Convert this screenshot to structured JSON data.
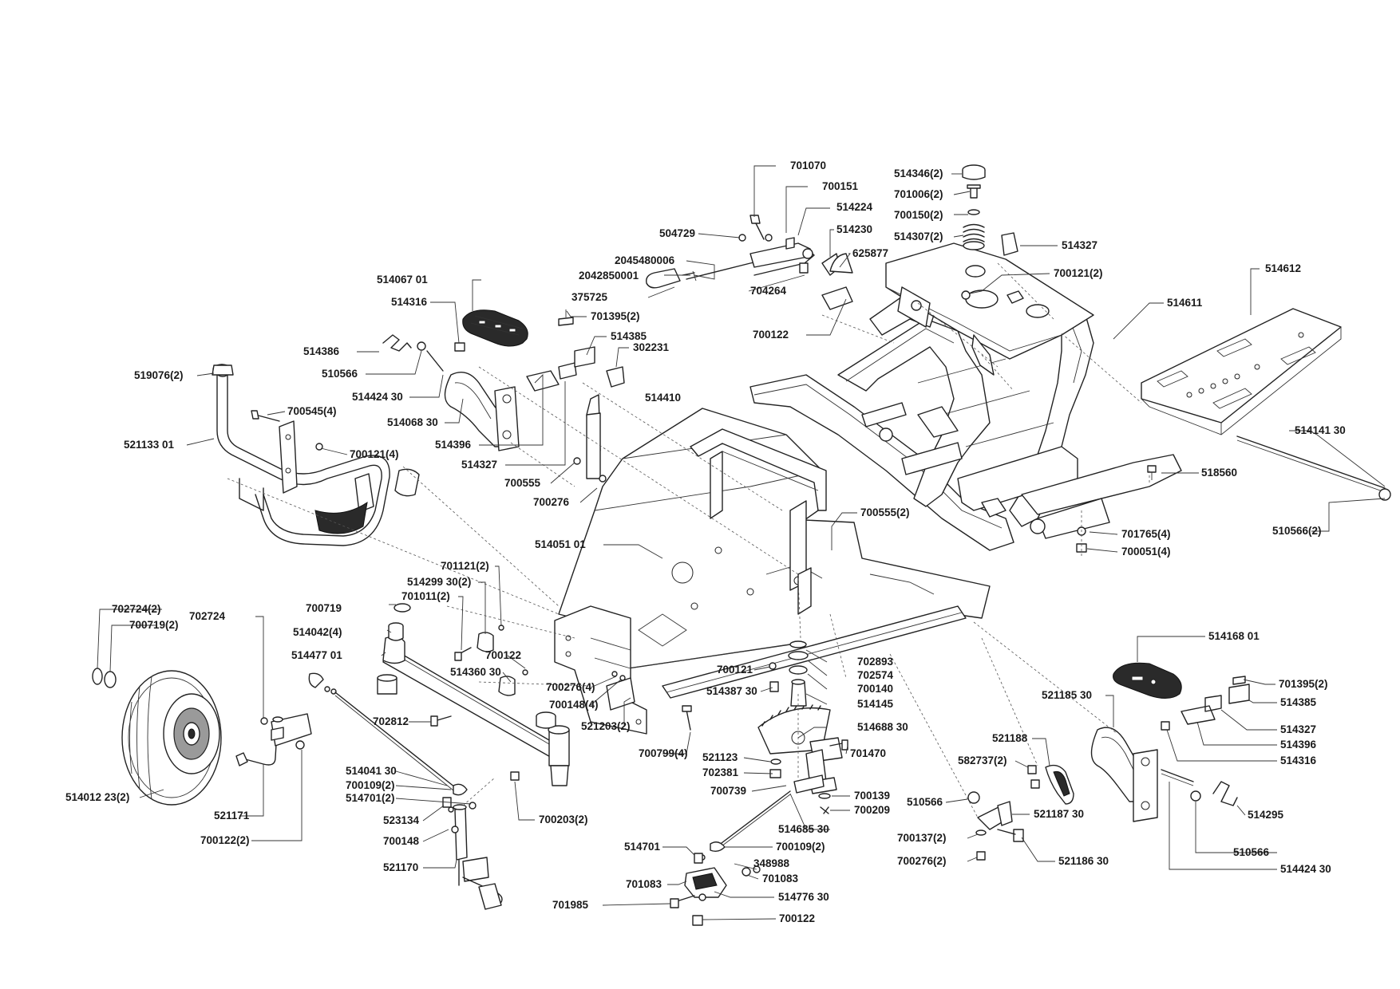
{
  "callouts": [
    {
      "id": "701070",
      "text": "701070"
    },
    {
      "id": "700151",
      "text": "700151"
    },
    {
      "id": "514224",
      "text": "514224"
    },
    {
      "id": "514230",
      "text": "514230"
    },
    {
      "id": "504729",
      "text": "504729"
    },
    {
      "id": "625877",
      "text": "625877"
    },
    {
      "id": "2045480006",
      "text": "2045480006"
    },
    {
      "id": "2042850001",
      "text": "2042850001"
    },
    {
      "id": "375725",
      "text": "375725"
    },
    {
      "id": "704264",
      "text": "704264"
    },
    {
      "id": "514346-2",
      "text": "514346(2)"
    },
    {
      "id": "701006-2",
      "text": "701006(2)"
    },
    {
      "id": "700150-2",
      "text": "700150(2)"
    },
    {
      "id": "514307-2",
      "text": "514307(2)"
    },
    {
      "id": "514327-top",
      "text": "514327"
    },
    {
      "id": "700121-2-top",
      "text": "700121(2)"
    },
    {
      "id": "514612",
      "text": "514612"
    },
    {
      "id": "514611",
      "text": "514611"
    },
    {
      "id": "700122-top",
      "text": "700122"
    },
    {
      "id": "514067-01",
      "text": "514067 01"
    },
    {
      "id": "514316-left",
      "text": "514316"
    },
    {
      "id": "701395-2-left",
      "text": "701395(2)"
    },
    {
      "id": "514385-left",
      "text": "514385"
    },
    {
      "id": "302231",
      "text": "302231"
    },
    {
      "id": "514386",
      "text": "514386"
    },
    {
      "id": "510566-left",
      "text": "510566"
    },
    {
      "id": "514424-30-left",
      "text": "514424 30"
    },
    {
      "id": "514068-30",
      "text": "514068 30"
    },
    {
      "id": "514410",
      "text": "514410"
    },
    {
      "id": "514396-left",
      "text": "514396"
    },
    {
      "id": "514327-left",
      "text": "514327"
    },
    {
      "id": "519076-2",
      "text": "519076(2)"
    },
    {
      "id": "700545-4",
      "text": "700545(4)"
    },
    {
      "id": "521133-01",
      "text": "521133 01"
    },
    {
      "id": "700121-4",
      "text": "700121(4)"
    },
    {
      "id": "700555",
      "text": "700555"
    },
    {
      "id": "700276",
      "text": "700276"
    },
    {
      "id": "514141-30",
      "text": "514141 30"
    },
    {
      "id": "518560",
      "text": "518560"
    },
    {
      "id": "700555-2",
      "text": "700555(2)"
    },
    {
      "id": "701765-4",
      "text": "701765(4)"
    },
    {
      "id": "700051-4",
      "text": "700051(4)"
    },
    {
      "id": "510566-2",
      "text": "510566(2)"
    },
    {
      "id": "514051-01",
      "text": "514051 01"
    },
    {
      "id": "701121-2",
      "text": "701121(2)"
    },
    {
      "id": "514299-30-2",
      "text": "514299 30(2)"
    },
    {
      "id": "701011-2",
      "text": "701011(2)"
    },
    {
      "id": "700719",
      "text": "700719"
    },
    {
      "id": "514042-4",
      "text": "514042(4)"
    },
    {
      "id": "514477-01",
      "text": "514477 01"
    },
    {
      "id": "700122-mid",
      "text": "700122"
    },
    {
      "id": "514360-30",
      "text": "514360 30"
    },
    {
      "id": "702724-2",
      "text": "702724(2)"
    },
    {
      "id": "700719-2",
      "text": "700719(2)"
    },
    {
      "id": "702724",
      "text": "702724"
    },
    {
      "id": "700276-4",
      "text": "700276(4)"
    },
    {
      "id": "700148-4",
      "text": "700148(4)"
    },
    {
      "id": "521203-2",
      "text": "521203(2)"
    },
    {
      "id": "700799-4",
      "text": "700799(4)"
    },
    {
      "id": "702812",
      "text": "702812"
    },
    {
      "id": "514041-30",
      "text": "514041 30"
    },
    {
      "id": "700109-2-left",
      "text": "700109(2)"
    },
    {
      "id": "514701-2",
      "text": "514701(2)"
    },
    {
      "id": "514012-23-2",
      "text": "514012 23(2)"
    },
    {
      "id": "521171",
      "text": "521171"
    },
    {
      "id": "700122-2",
      "text": "700122(2)"
    },
    {
      "id": "523134",
      "text": "523134"
    },
    {
      "id": "700148",
      "text": "700148"
    },
    {
      "id": "521170",
      "text": "521170"
    },
    {
      "id": "700203-2",
      "text": "700203(2)"
    },
    {
      "id": "702893",
      "text": "702893"
    },
    {
      "id": "702574",
      "text": "702574"
    },
    {
      "id": "700140",
      "text": "700140"
    },
    {
      "id": "700121-mid",
      "text": "700121"
    },
    {
      "id": "514387-30",
      "text": "514387 30"
    },
    {
      "id": "514145",
      "text": "514145"
    },
    {
      "id": "514688-30",
      "text": "514688 30"
    },
    {
      "id": "701470",
      "text": "701470"
    },
    {
      "id": "521123",
      "text": "521123"
    },
    {
      "id": "702381",
      "text": "702381"
    },
    {
      "id": "700739",
      "text": "700739"
    },
    {
      "id": "700139",
      "text": "700139"
    },
    {
      "id": "700209",
      "text": "700209"
    },
    {
      "id": "514685-30",
      "text": "514685 30"
    },
    {
      "id": "514701",
      "text": "514701"
    },
    {
      "id": "700109-2-mid",
      "text": "700109(2)"
    },
    {
      "id": "348988",
      "text": "348988"
    },
    {
      "id": "701083-left",
      "text": "701083"
    },
    {
      "id": "701083-right",
      "text": "701083"
    },
    {
      "id": "514776-30",
      "text": "514776 30"
    },
    {
      "id": "701985",
      "text": "701985"
    },
    {
      "id": "700122-bottom",
      "text": "700122"
    },
    {
      "id": "514168-01",
      "text": "514168 01"
    },
    {
      "id": "701395-2-right",
      "text": "701395(2)"
    },
    {
      "id": "521185-30",
      "text": "521185 30"
    },
    {
      "id": "514385-right",
      "text": "514385"
    },
    {
      "id": "514327-right",
      "text": "514327"
    },
    {
      "id": "514396-right",
      "text": "514396"
    },
    {
      "id": "514316-right",
      "text": "514316"
    },
    {
      "id": "521188",
      "text": "521188"
    },
    {
      "id": "582737-2",
      "text": "582737(2)"
    },
    {
      "id": "510566-mid",
      "text": "510566"
    },
    {
      "id": "521187-30",
      "text": "521187 30"
    },
    {
      "id": "514295",
      "text": "514295"
    },
    {
      "id": "700137-2",
      "text": "700137(2)"
    },
    {
      "id": "700276-2",
      "text": "700276(2)"
    },
    {
      "id": "521186-30",
      "text": "521186 30"
    },
    {
      "id": "510566-right",
      "text": "510566"
    },
    {
      "id": "514424-30-right",
      "text": "514424 30"
    }
  ]
}
